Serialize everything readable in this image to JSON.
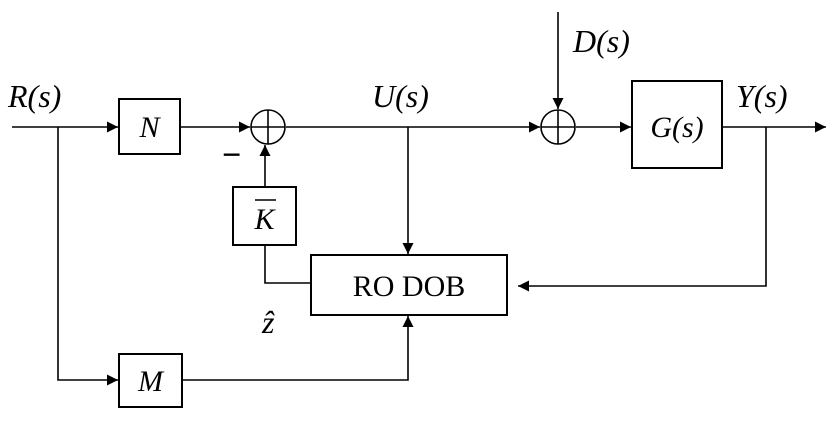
{
  "signals": {
    "reference": "R(s)",
    "control": "U(s)",
    "disturbance": "D(s)",
    "output": "Y(s)",
    "estimate": "ẑ",
    "minus_sign": "−"
  },
  "blocks": {
    "N": "N",
    "G": "G(s)",
    "K": "K",
    "DOB": "RO DOB",
    "M": "M"
  },
  "colors": {
    "line": "#000000",
    "background": "#ffffff"
  }
}
